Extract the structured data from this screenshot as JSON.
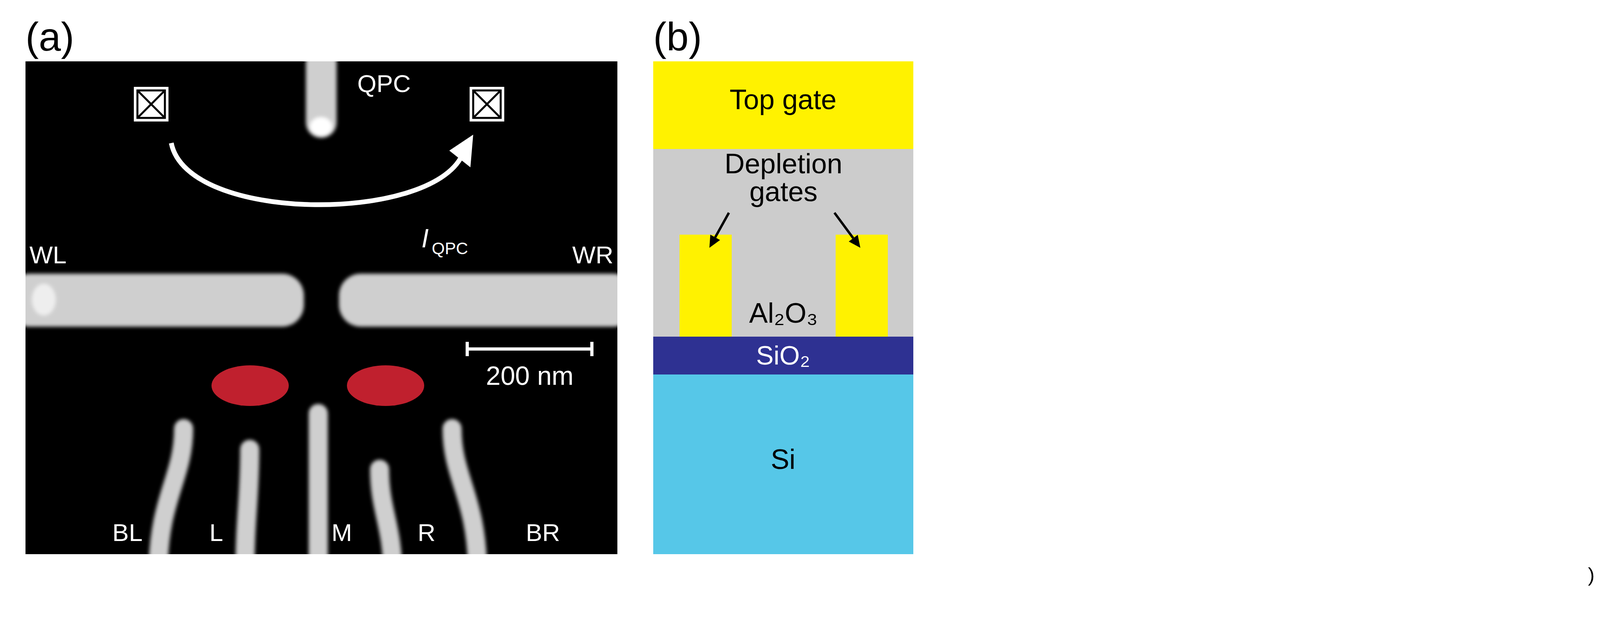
{
  "diagram": {
    "nodes": [
      {
        "text": [
          "Top gate"
        ]
      },
      {
        "text": [
          "Depletion gates",
          "Al₂O₃"
        ]
      },
      {
        "text": [
          "SiO₂"
        ]
      },
      {
        "text": [
          "Si"
        ]
      }
    ],
    "labels": [
      "(a)",
      "(b)",
      "QPC",
      "I",
      "QPC",
      "WL",
      "WR",
      "200 nm",
      "BL",
      "L",
      "M",
      "R",
      "BR",
      ")"
    ]
  }
}
